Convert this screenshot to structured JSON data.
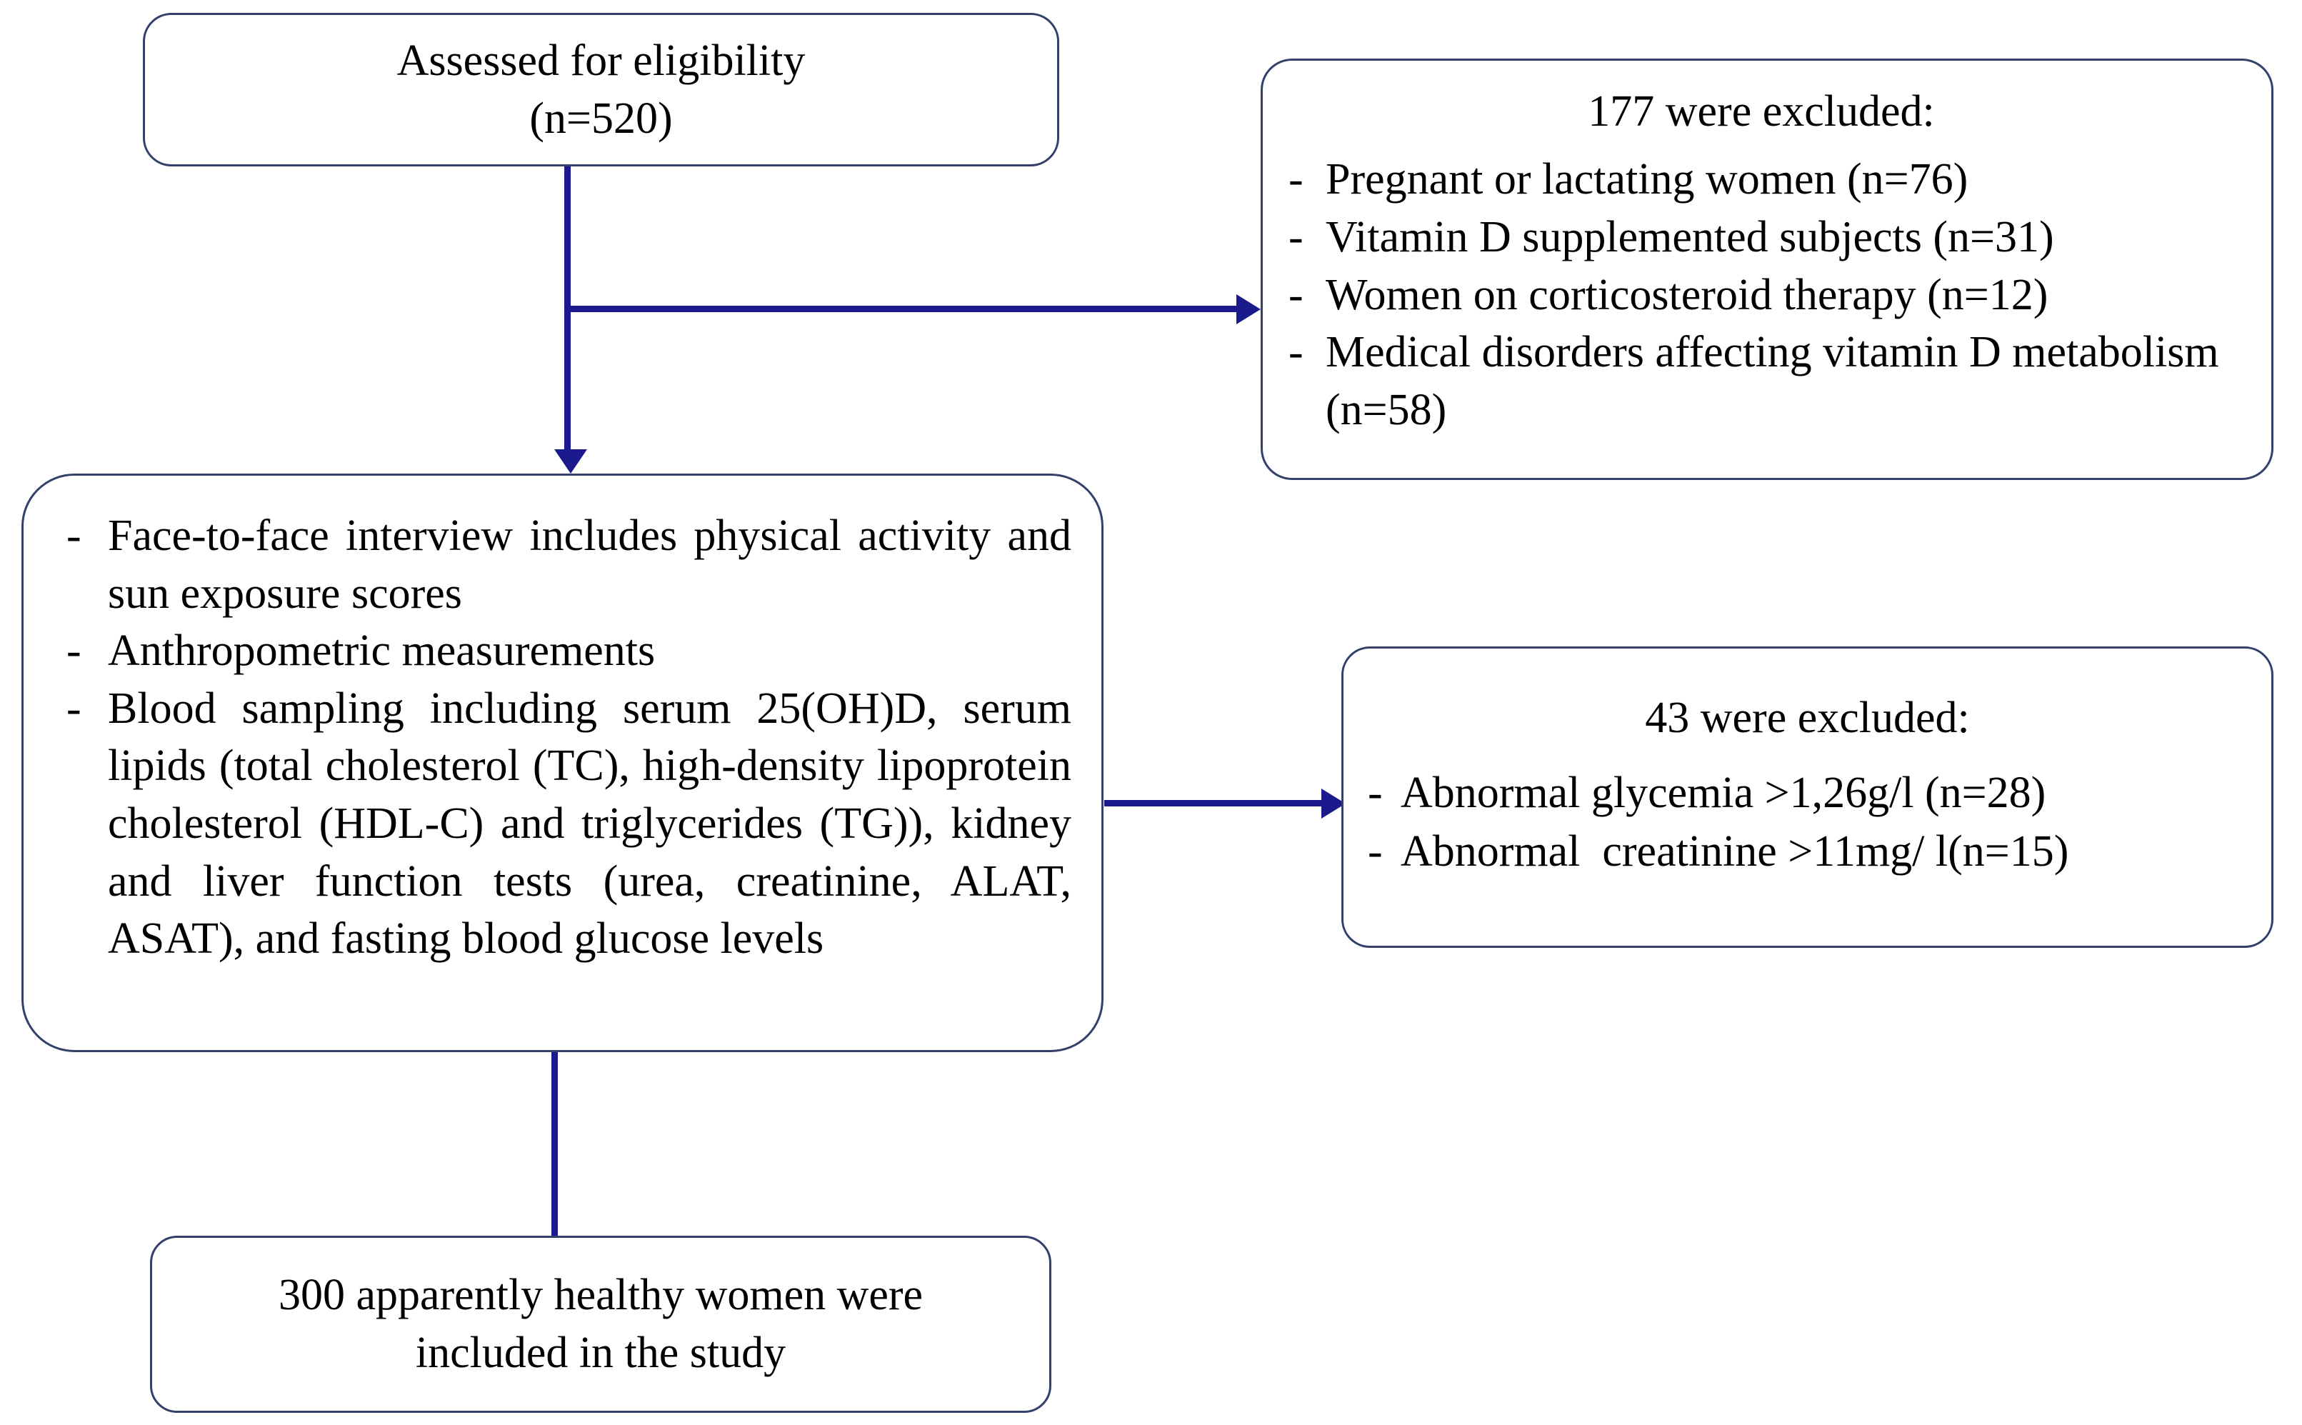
{
  "diagram": {
    "title": "Study participant flow diagram",
    "colors": {
      "box_border": "#33406b",
      "connector": "#1a1a8c",
      "background": "#ffffff",
      "text": "#000000"
    }
  },
  "nodes": {
    "eligibility": {
      "line1": "Assessed for eligibility",
      "line2": "(n=520)",
      "count": 520
    },
    "excluded_1": {
      "title": "177 were excluded:",
      "count": 177,
      "items": [
        "Pregnant or lactating women (n=76)",
        "Vitamin D supplemented subjects (n=31)",
        "Women on corticosteroid therapy  (n=12)",
        "Medical disorders  affecting vitamin D metabolism (n=58)"
      ]
    },
    "procedures": {
      "items": [
        "Face-to-face interview includes physical activity and sun exposure scores",
        "Anthropometric measurements",
        "Blood sampling including serum 25(OH)D, serum lipids (total cholesterol (TC), high-density lipoprotein cholesterol (HDL-C) and triglycerides (TG)), kidney and liver function tests (urea, creatinine, ALAT, ASAT), and fasting blood glucose levels"
      ]
    },
    "excluded_2": {
      "title": "43 were excluded:",
      "count": 43,
      "items": [
        "Abnormal glycemia >1,26g/l (n=28)",
        "Abnormal  creatinine >11mg/ l(n=15)"
      ]
    },
    "included": {
      "line1": "300 apparently healthy women were",
      "line2": "included in the study",
      "count": 300
    }
  }
}
